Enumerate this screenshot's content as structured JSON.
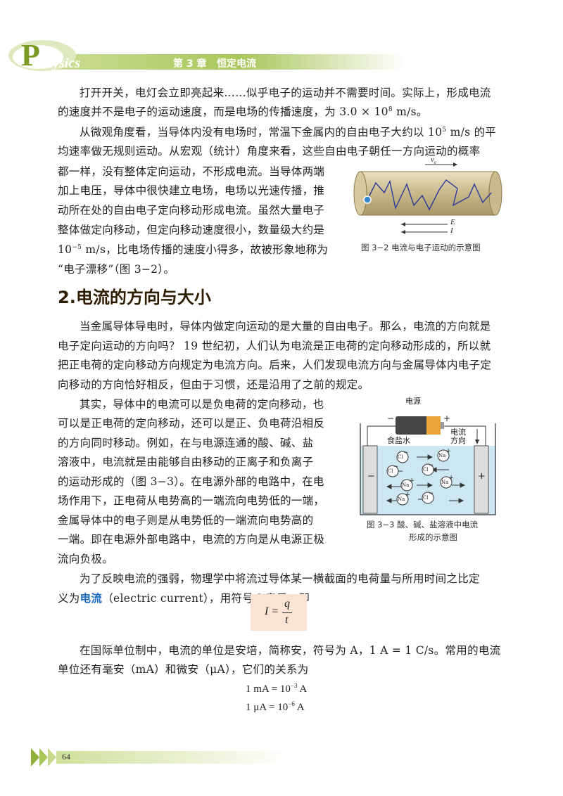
{
  "header": {
    "logo_letter": "P",
    "logo_rest": "hysics",
    "chapter": "第 3 章   恒定电流"
  },
  "intro": {
    "p1_a": "打开开关，电灯会立即亮起来……似乎电子的运动并不需要时间。实际上，形成电流",
    "p1_b": "的速度并不是电子的运动速度，而是电场的传播速度，为 3.0 × 10",
    "p1_b_sup": "8",
    "p1_b_end": " m/s。",
    "p2_a": "从微观角度看，当导体内没有电场时，常温下金属内的自由电子大约以 10",
    "p2_a_sup": "5",
    "p2_a_end": " m/s 的平",
    "p2_b": "均速率做无规则运动。从宏观（统计）角度来看，这些自由电子朝任一方向运动的概率",
    "p2_c": "都一样，没有整体定向运动，不形成电流。当导体两端",
    "p2_d": "加上电压，导体中很快建立电场，电场以光速传播，推",
    "p2_e": "动所在处的自由电子定向移动形成电流。虽然大量电子",
    "p2_f": "整体做定向移动，但定向移动速度很小，数量级大约是",
    "p2_g_pre": "10",
    "p2_g_sup": "−5",
    "p2_g": " m/s，比电场传播的速度小得多，故被形象地称为",
    "p2_h": "“电子漂移”（图 3−2）。"
  },
  "fig32": {
    "caption": "图 3−2   电流与电子运动的示意图",
    "label_ve": "v",
    "label_ve_sub": "e",
    "label_E": "E",
    "label_I": "I"
  },
  "section": {
    "title": "2.电流的方向与大小"
  },
  "body": {
    "p3_a": "当金属导体导电时，导体内做定向运动的是大量的自由电子。那么，电流的方向就是",
    "p3_b": "电子定向运动的方向吗？ 19 世纪初，人们认为电流是正电荷的定向移动形成的，所以就",
    "p3_c": "把正电荷的定向移动方向规定为电流方向。后来，人们发现电流方向与金属导体内电子定",
    "p3_d": "向移动的方向恰好相反，但由于习惯，还是沿用了之前的规定。",
    "p4_a": "其实，导体中的电流可以是负电荷的定向移动，也",
    "p4_b": "可以是正电荷的定向移动，还可以是正、负电荷沿相反",
    "p4_c": "的方向同时移动。例如，在与电源连通的酸、碱、盐",
    "p4_d": "溶液中，电流就是由能够自由移动的正离子和负离子",
    "p4_e": "的运动形成的（图 3−3）。在电源外部的电路中，在电",
    "p4_f": "场作用下，正电荷从电势高的一端流向电势低的一端，",
    "p4_g": "金属导体中的电子则是从电势低的一端流向电势高的",
    "p4_h": "一端。即在电源外部电路中，电流的方向是从电源正极",
    "p4_i": "流向负极。",
    "p5_a": "为了反映电流的强弱，物理学中将流过导体某一横截面的电荷量与所用时间之比定",
    "p5_b_pre": "义为",
    "p5_b_term": "电流",
    "p5_b_post": "（electric current），用符号 I 表示，即",
    "p6_a": "在国际单位制中，电流的单位是安培，简称安，符号为 A，1 A = 1 C/s。常用的电流",
    "p6_b": "单位还有毫安（mA）和微安（μA），它们的关系为"
  },
  "fig33": {
    "caption_1": "图 3−3    酸、碱、盐溶液中电流",
    "caption_2": "形成的示意图",
    "label_power": "电源",
    "label_salt": "食盐水",
    "label_current_1": "电流",
    "label_current_2": "方向",
    "minus": "−",
    "plus": "+",
    "ion_cl": "Cl",
    "ion_na": "Na",
    "sup_minus": "−",
    "sup_plus": "+"
  },
  "equation": {
    "lhs": "I =",
    "num": "q",
    "den": "t"
  },
  "units": {
    "line1_pre": "1 mA = 10",
    "line1_sup": "−3",
    "line1_post": " A",
    "line2_pre": "1 μA = 10",
    "line2_sup": "−6",
    "line2_post": " A"
  },
  "footer": {
    "page_number": "64"
  },
  "colors": {
    "header_green": "#8fb03a",
    "header_green_light": "#cfe09a",
    "term_blue": "#1a6bbf",
    "eq_bg": "#fbe3d3",
    "conductor": "#c9b98a",
    "solution": "#cde7f2"
  }
}
